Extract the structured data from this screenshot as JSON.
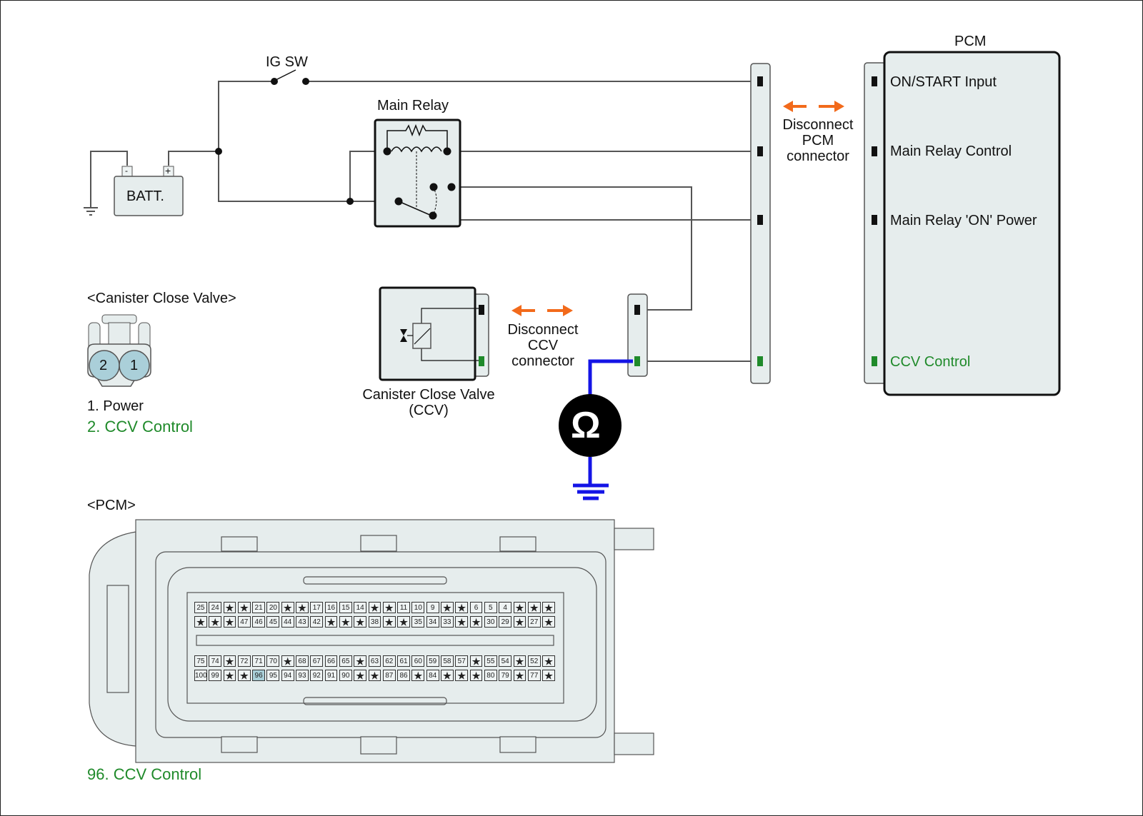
{
  "diagram": {
    "components": {
      "ig_switch": "IG SW",
      "main_relay": "Main Relay",
      "battery": "BATT.",
      "battery_neg": "-",
      "battery_pos": "+",
      "pcm_title": "PCM",
      "ccv_title_line1": "Canister Close Valve",
      "ccv_title_line2": "(CCV)"
    },
    "disconnect_pcm": [
      "Disconnect",
      "PCM",
      "connector"
    ],
    "disconnect_ccv": [
      "Disconnect",
      "CCV",
      "connector"
    ],
    "pcm_pins": [
      {
        "label": "ON/START Input",
        "color": "#111111"
      },
      {
        "label": "Main Relay Control",
        "color": "#111111"
      },
      {
        "label": "Main Relay 'ON' Power",
        "color": "#111111"
      },
      {
        "label": "CCV Control",
        "color": "#1f8a2a"
      }
    ],
    "meter_symbol": "Ω",
    "colors": {
      "measure_wire": "#1414e6",
      "arrow": "#f26a1b",
      "signal_green": "#1f8a2a",
      "panel": "#e6eded"
    }
  },
  "ccv_connector": {
    "title": "<Canister Close Valve>",
    "pin_numbers": [
      "2",
      "1"
    ],
    "legend": [
      {
        "text": "1. Power",
        "highlight": false
      },
      {
        "text": "2. CCV Control",
        "highlight": true
      }
    ]
  },
  "pcm_connector": {
    "title": "<PCM>",
    "highlight_pin": "96",
    "rows": [
      [
        "25",
        "24",
        "★",
        "★",
        "21",
        "20",
        "★",
        "★",
        "17",
        "16",
        "15",
        "14",
        "★",
        "★",
        "11",
        "10",
        "9",
        "★",
        "★",
        "6",
        "5",
        "4",
        "★",
        "★",
        "★"
      ],
      [
        "★",
        "★",
        "★",
        "47",
        "46",
        "45",
        "44",
        "43",
        "42",
        "★",
        "★",
        "★",
        "38",
        "★",
        "★",
        "35",
        "34",
        "33",
        "★",
        "★",
        "30",
        "29",
        "★",
        "27",
        "★"
      ],
      [
        "75",
        "74",
        "★",
        "72",
        "71",
        "70",
        "★",
        "68",
        "67",
        "66",
        "65",
        "★",
        "63",
        "62",
        "61",
        "60",
        "59",
        "58",
        "57",
        "★",
        "55",
        "54",
        "★",
        "52",
        "★"
      ],
      [
        "100",
        "99",
        "★",
        "★",
        "96",
        "95",
        "94",
        "93",
        "92",
        "91",
        "90",
        "★",
        "★",
        "87",
        "86",
        "★",
        "84",
        "★",
        "★",
        "★",
        "80",
        "79",
        "★",
        "77",
        "★"
      ]
    ],
    "legend": "96. CCV Control"
  }
}
